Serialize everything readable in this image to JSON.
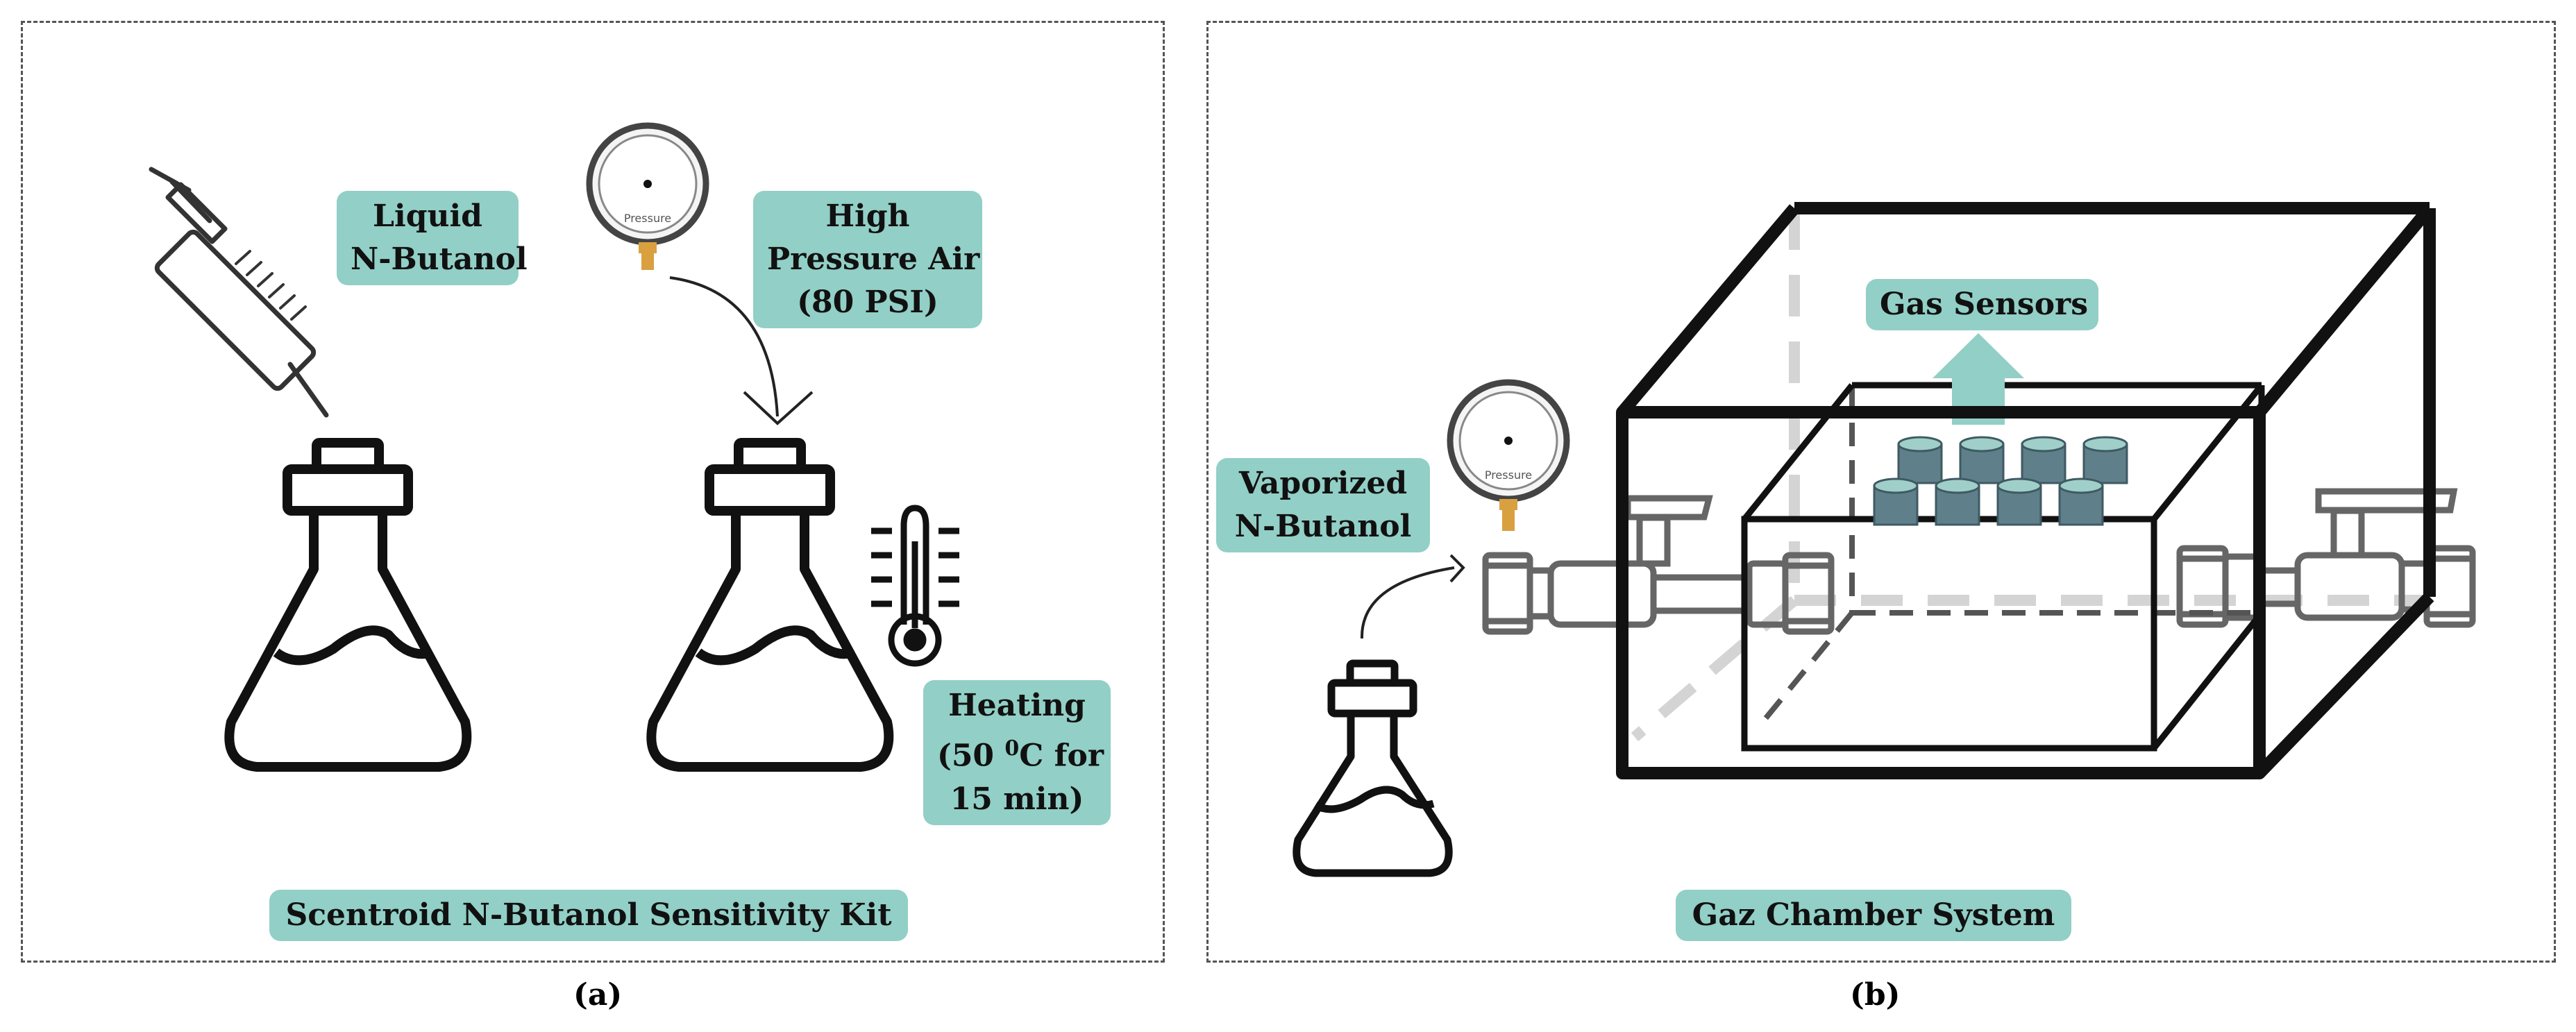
{
  "panel_a": {
    "syringe_label": [
      "Liquid",
      "N-Butanol"
    ],
    "gauge_text": "Pressure",
    "pressure_label": [
      "High",
      "Pressure Air",
      "(80 PSI)"
    ],
    "heating_label": {
      "line1": "Heating",
      "line2_prefix": "(50 ",
      "degree": "0",
      "line2_suffix": "C for",
      "line3": "15 min)"
    },
    "title": "Scentroid N-Butanol Sensitivity Kit",
    "caption": "(a)"
  },
  "panel_b": {
    "vapor_label": [
      "Vaporized",
      "N-Butanol"
    ],
    "gauge_text": "Pressure",
    "sensors_label": "Gas Sensors",
    "title": "Gaz Chamber System",
    "caption": "(b)"
  },
  "colors": {
    "label_bg": "#92cfc6",
    "sensor": "#5f7f8a",
    "sensor_top": "#9fcfc8",
    "valve": "#666666",
    "arrow": "#92cfc6"
  }
}
